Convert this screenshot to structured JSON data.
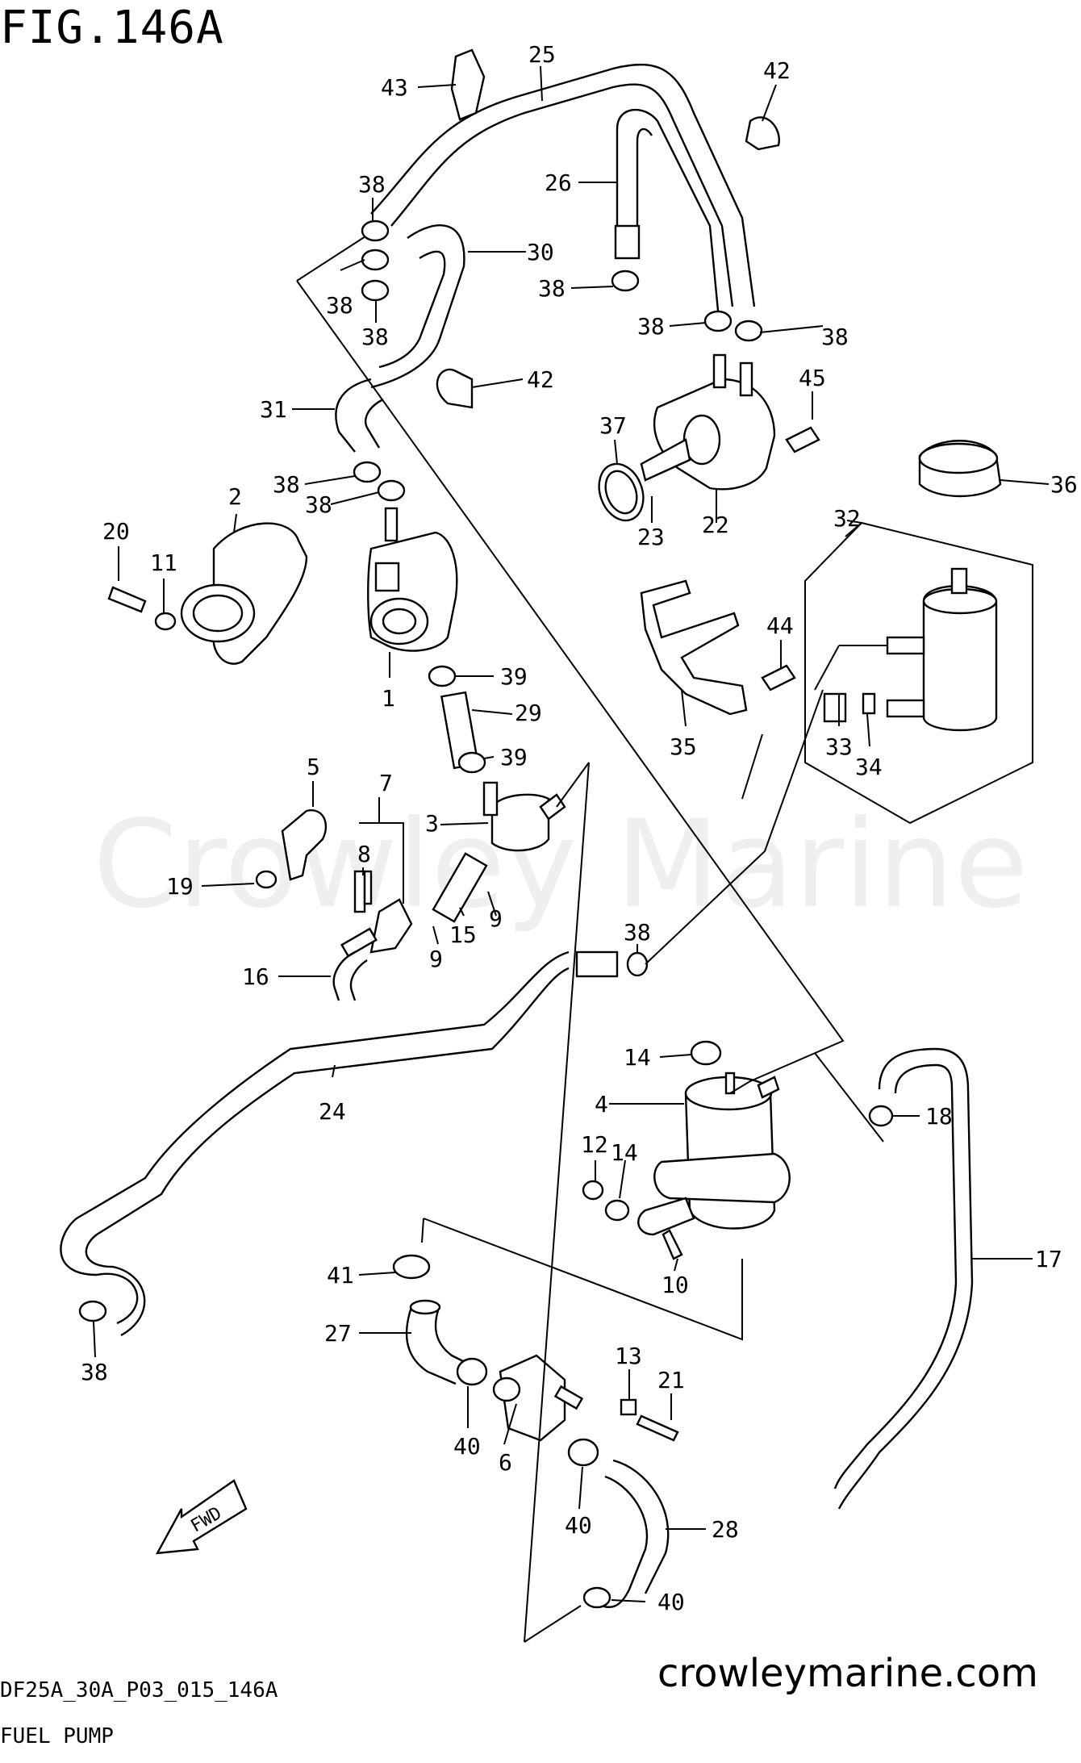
{
  "figure": {
    "title": "FIG.146A",
    "code": "DF25A_30A_P03_015_146A",
    "caption": "FUEL PUMP",
    "website": "crowleymarine.com",
    "watermark": "Crowley Marine",
    "direction_label": "FWD"
  },
  "callouts": [
    {
      "id": "c25",
      "label": "25"
    },
    {
      "id": "c42a",
      "label": "42"
    },
    {
      "id": "c43",
      "label": "43"
    },
    {
      "id": "c38a",
      "label": "38"
    },
    {
      "id": "c26",
      "label": "26"
    },
    {
      "id": "c30",
      "label": "30"
    },
    {
      "id": "c38b",
      "label": "38"
    },
    {
      "id": "c38c",
      "label": "38"
    },
    {
      "id": "c38d",
      "label": "38"
    },
    {
      "id": "c38e",
      "label": "38"
    },
    {
      "id": "c38f",
      "label": "38"
    },
    {
      "id": "c42b",
      "label": "42"
    },
    {
      "id": "c31",
      "label": "31"
    },
    {
      "id": "c45",
      "label": "45"
    },
    {
      "id": "c37",
      "label": "37"
    },
    {
      "id": "c36",
      "label": "36"
    },
    {
      "id": "c38g",
      "label": "38"
    },
    {
      "id": "c38h",
      "label": "38"
    },
    {
      "id": "c2",
      "label": "2"
    },
    {
      "id": "c23",
      "label": "23"
    },
    {
      "id": "c22",
      "label": "22"
    },
    {
      "id": "c32",
      "label": "32"
    },
    {
      "id": "c20",
      "label": "20"
    },
    {
      "id": "c11",
      "label": "11"
    },
    {
      "id": "c44",
      "label": "44"
    },
    {
      "id": "c39a",
      "label": "39"
    },
    {
      "id": "c1",
      "label": "1"
    },
    {
      "id": "c29",
      "label": "29"
    },
    {
      "id": "c33",
      "label": "33"
    },
    {
      "id": "c35",
      "label": "35"
    },
    {
      "id": "c39b",
      "label": "39"
    },
    {
      "id": "c34",
      "label": "34"
    },
    {
      "id": "c5",
      "label": "5"
    },
    {
      "id": "c7",
      "label": "7"
    },
    {
      "id": "c3",
      "label": "3"
    },
    {
      "id": "c8",
      "label": "8"
    },
    {
      "id": "c19",
      "label": "19"
    },
    {
      "id": "c9a",
      "label": "9"
    },
    {
      "id": "c15",
      "label": "15"
    },
    {
      "id": "c9b",
      "label": "9"
    },
    {
      "id": "c38i",
      "label": "38"
    },
    {
      "id": "c16",
      "label": "16"
    },
    {
      "id": "c14a",
      "label": "14"
    },
    {
      "id": "c4",
      "label": "4"
    },
    {
      "id": "c24",
      "label": "24"
    },
    {
      "id": "c18",
      "label": "18"
    },
    {
      "id": "c12",
      "label": "12"
    },
    {
      "id": "c14b",
      "label": "14"
    },
    {
      "id": "c41",
      "label": "41"
    },
    {
      "id": "c10",
      "label": "10"
    },
    {
      "id": "c17",
      "label": "17"
    },
    {
      "id": "c27",
      "label": "27"
    },
    {
      "id": "c38j",
      "label": "38"
    },
    {
      "id": "c13",
      "label": "13"
    },
    {
      "id": "c21",
      "label": "21"
    },
    {
      "id": "c40a",
      "label": "40"
    },
    {
      "id": "c6",
      "label": "6"
    },
    {
      "id": "c40b",
      "label": "40"
    },
    {
      "id": "c28",
      "label": "28"
    },
    {
      "id": "c40c",
      "label": "40"
    }
  ]
}
